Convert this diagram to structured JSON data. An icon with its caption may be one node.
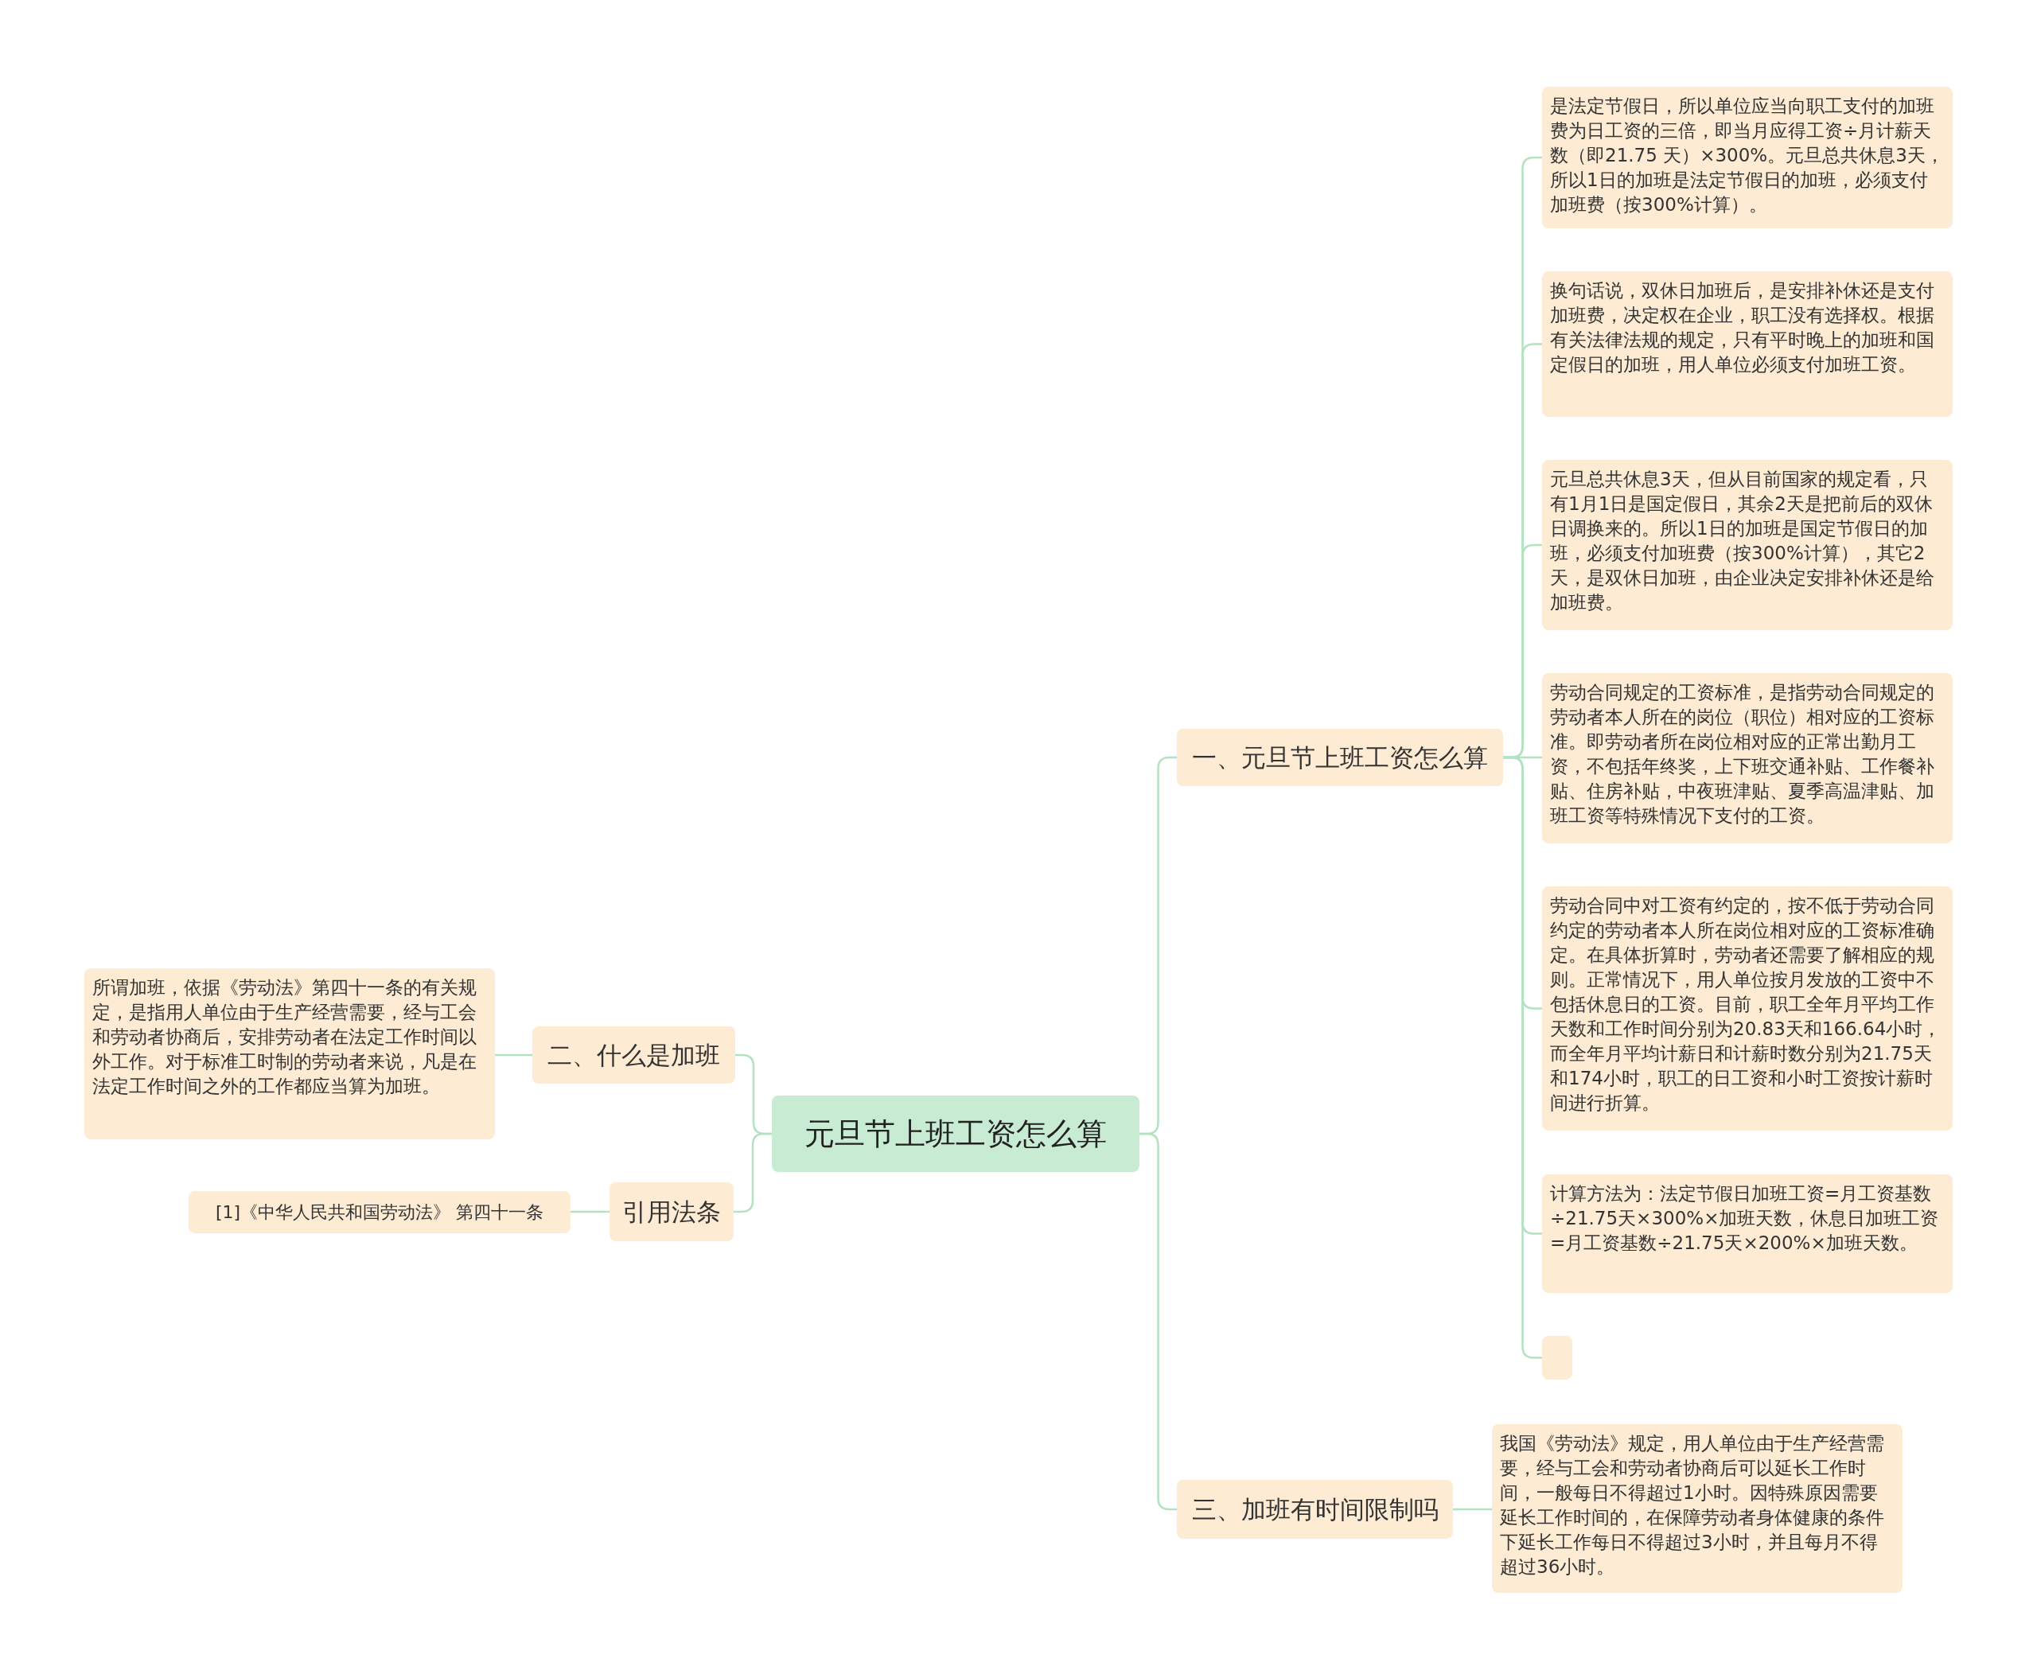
{
  "diagram": {
    "nodes": [
      {
        "text": [
          "元旦节上班工资怎么算"
        ]
      },
      {
        "text": [
          "一、元旦节上班工资怎么算"
        ]
      },
      {
        "text": [
          "是法定节假日，所以单位应当向职工支付的加班费为日工资的三倍，即当月应得工资÷月计薪天数（即21.75 天）×300%。元旦总共休息3天，所以1日的加班是法定节假日的加班，必须支付加班费（按300%计算）。"
        ]
      },
      {
        "text": [
          "换句话说，双休日加班后，是安排补休还是支付加班费，决定权在企业，职工没有选择权。根据有关法律法规的规定，只有平时晚上的加班和国定假日的加班，用人单位必须支付加班工资。"
        ]
      },
      {
        "text": [
          "元旦总共休息3天，但从目前国家的规定看，只有1月1日是国定假日，其余2天是把前后的双休日调换来的。所以1日的加班是国定节假日的加班，必须支付加班费（按300%计算），其它2天，是双休日加班，由企业决定安排补休还是给加班费。"
        ]
      },
      {
        "text": [
          "劳动合同规定的工资标准，是指劳动合同规定的劳动者本人所在的岗位（职位）相对应的工资标准。即劳动者所在岗位相对应的正常出勤月工资，不包括年终奖，上下班交通补贴、工作餐补贴、住房补贴，中夜班津贴、夏季高温津贴、加班工资等特殊情况下支付的工资。"
        ]
      },
      {
        "text": [
          "劳动合同中对工资有约定的，按不低于劳动合同约定的劳动者本人所在岗位相对应的工资标准确定。在具体折算时，劳动者还需要了解相应的规则。正常情况下，用人单位按月发放的工资中不包括休息日的工资。目前，职工全年月平均工作天数和工作时间分别为20.83天和166.64小时，而全年月平均计薪日和计薪时数分别为21.75天和174小时，职工的日工资和小时工资按计薪时间进行折算。"
        ]
      },
      {
        "text": [
          "计算方法为：法定节假日加班工资=月工资基数÷21.75天×300%×加班天数，休息日加班工资=月工资基数÷21.75天×200%×加班天数。"
        ]
      },
      {
        "text": [],
        "shape": "box"
      },
      {
        "text": [
          "三、加班有时间限制吗"
        ]
      },
      {
        "text": [
          "我国《劳动法》规定，用人单位由于生产经营需要，经与工会和劳动者协商后可以延长工作时间，一般每日不得超过1小时。因特殊原因需要延长工作时间的，在保障劳动者身体健康的条件下延长工作每日不得超过3小时，并且每月不得超过36小时。"
        ]
      },
      {
        "text": [
          "二、什么是加班"
        ]
      },
      {
        "text": [
          "所谓加班，依据《劳动法》第四十一条的有关规定，是指用人单位由于生产经营需要，经与工会和劳动者协商后，安排劳动者在法定工作时间以外工作。对于标准工时制的劳动者来说，凡是在法定工作时间之外的工作都应当算为加班。"
        ]
      },
      {
        "text": [
          "引用法条"
        ]
      },
      {
        "text": [
          "[1]《中华人民共和国劳动法》 第四十一条"
        ]
      }
    ],
    "edges": [
      {
        "from": 0,
        "to": 1,
        "arrow": "none"
      },
      {
        "from": 1,
        "to": 2,
        "arrow": "none"
      },
      {
        "from": 1,
        "to": 3,
        "arrow": "none"
      },
      {
        "from": 1,
        "to": 4,
        "arrow": "none"
      },
      {
        "from": 1,
        "to": 5,
        "arrow": "none"
      },
      {
        "from": 1,
        "to": 6,
        "arrow": "none"
      },
      {
        "from": 1,
        "to": 7,
        "arrow": "none"
      },
      {
        "from": 1,
        "to": 8,
        "arrow": "none"
      },
      {
        "from": 0,
        "to": 9,
        "arrow": "none"
      },
      {
        "from": 9,
        "to": 10,
        "arrow": "none"
      },
      {
        "from": 0,
        "to": 11,
        "arrow": "none"
      },
      {
        "from": 11,
        "to": 12,
        "arrow": "none"
      },
      {
        "from": 0,
        "to": 13,
        "arrow": "none"
      },
      {
        "from": 13,
        "to": 14,
        "arrow": "none"
      }
    ]
  }
}
